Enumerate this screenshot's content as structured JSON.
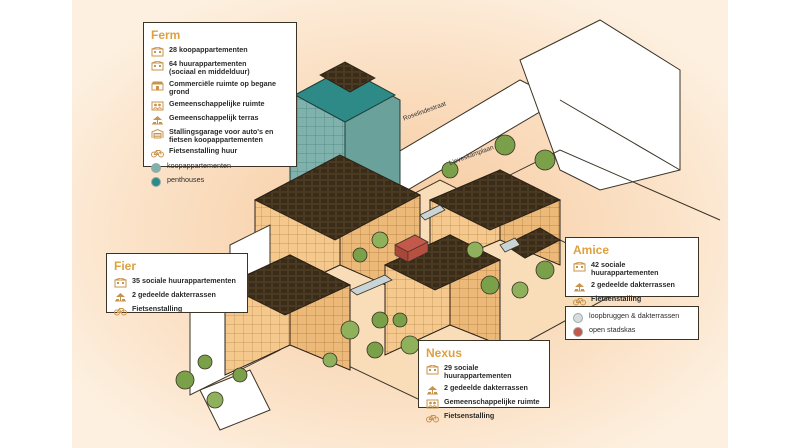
{
  "colors": {
    "background_cream": "#fdf0e0",
    "background_peach": "#f8d9b8",
    "building_wood": "#f5c98d",
    "roof_dark": "#4a3a22",
    "tower_teal": "#7fb2ad",
    "penthouse_teal": "#2e8a86",
    "title_accent": "#e0a040",
    "walkway_grey": "#c8d4d6",
    "stadskas_red": "#c4584a",
    "tree_green": "#7aa04a"
  },
  "streets": {
    "top": "Roselindestraat",
    "middle": "Lieveskamplaan"
  },
  "ferm": {
    "title": "Ferm",
    "items": [
      {
        "icon": "apartment-icon",
        "text": "28 koopappartementen"
      },
      {
        "icon": "apartment-icon",
        "text": "64 huurappartementen\n(sociaal en middelduur)"
      },
      {
        "icon": "shop-icon",
        "text": "Commerciële ruimte op begane grond"
      },
      {
        "icon": "community-icon",
        "text": "Gemeenschappelijke ruimte"
      },
      {
        "icon": "terrace-icon",
        "text": "Gemeenschappelijk terras"
      },
      {
        "icon": "garage-icon",
        "text": "Stallingsgarage voor auto's en\nfietsen koopappartementen"
      },
      {
        "icon": "bicycle-icon",
        "text": "Fietsenstalling huur"
      }
    ],
    "legend": [
      {
        "color": "#7fb2ad",
        "text": "koopappartementen"
      },
      {
        "color": "#2e8a86",
        "text": "penthouses"
      }
    ]
  },
  "fier": {
    "title": "Fier",
    "items": [
      {
        "icon": "apartment-icon",
        "text": "35 sociale huurappartementen"
      },
      {
        "icon": "terrace-icon",
        "text": "2 gedeelde dakterrassen"
      },
      {
        "icon": "bicycle-icon",
        "text": "Fietsenstalling"
      }
    ]
  },
  "amice": {
    "title": "Amice",
    "items": [
      {
        "icon": "apartment-icon",
        "text": "42 sociale huurappartementen"
      },
      {
        "icon": "terrace-icon",
        "text": "2 gedeelde dakterrassen"
      },
      {
        "icon": "bicycle-icon",
        "text": "Fietsenstalling"
      }
    ]
  },
  "nexus": {
    "title": "Nexus",
    "items": [
      {
        "icon": "apartment-icon",
        "text": "29 sociale huurappartementen"
      },
      {
        "icon": "terrace-icon",
        "text": "2 gedeelde dakterrassen"
      },
      {
        "icon": "community-icon",
        "text": "Gemeenschappelijke ruimte"
      },
      {
        "icon": "bicycle-icon",
        "text": "Fietsenstalling"
      }
    ]
  },
  "legend": [
    {
      "color": "#d9dcdc",
      "text": "loopbruggen & dakterrassen"
    },
    {
      "color": "#c4584a",
      "text": "open stadskas"
    }
  ]
}
